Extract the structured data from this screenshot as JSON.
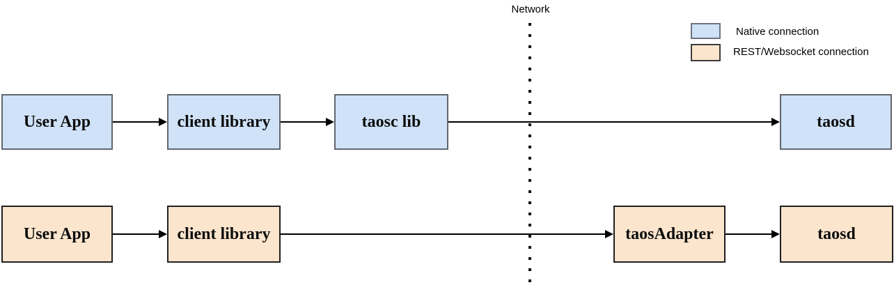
{
  "network_label": "Network",
  "legend": {
    "native": {
      "label": "Native connection",
      "swatch_fill": "#cfe2f7",
      "swatch_border": "#6e7380"
    },
    "rest": {
      "label": "REST/Websocket connection",
      "swatch_fill": "#fce5cd",
      "swatch_border": "#3b3b3b"
    }
  },
  "colors": {
    "native_node_fill": "#cfe2f7",
    "native_node_border": "#62666e",
    "rest_node_fill": "#fce5cd",
    "rest_node_border": "#1f1f1f",
    "connector": "#000000",
    "background": "#ffffff"
  },
  "nodes": {
    "user_app_native": "User App",
    "client_library_native": "client library",
    "taosc_lib": "taosc lib",
    "taosd_native": "taosd",
    "user_app_rest": "User App",
    "client_library_rest": "client library",
    "taosadapter": "taosAdapter",
    "taosd_rest": "taosd"
  }
}
